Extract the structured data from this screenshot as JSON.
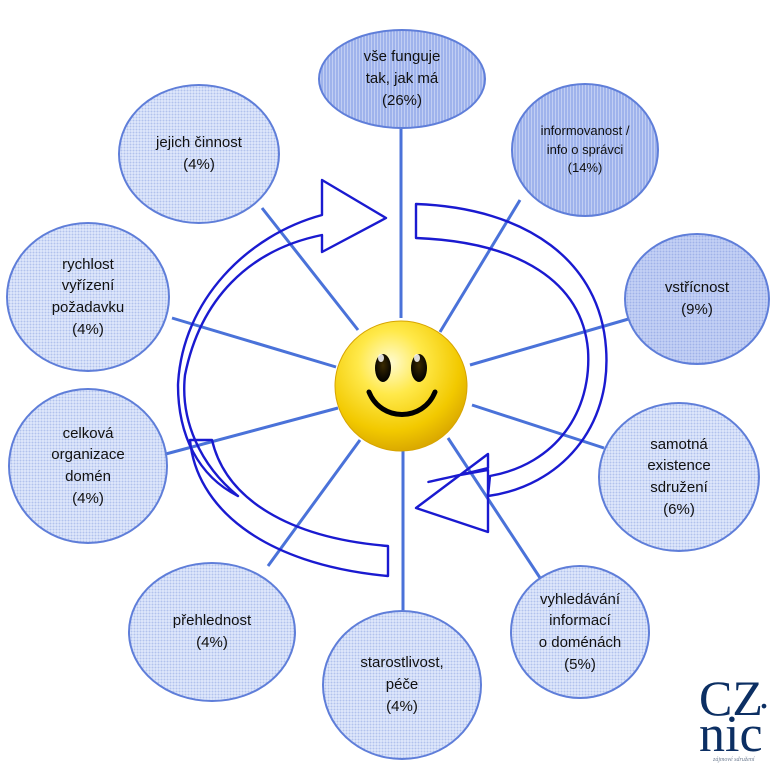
{
  "nodes": [
    {
      "id": "vse-funguje",
      "lines": [
        "vše funguje",
        "tak, jak má",
        "(26%)"
      ],
      "style": "hi"
    },
    {
      "id": "informovanost",
      "lines": [
        "informovanost /",
        "info o správci",
        "(14%)"
      ],
      "style": "hi"
    },
    {
      "id": "vstricnost",
      "lines": [
        "vstřícnost",
        "(9%)"
      ],
      "style": "mid"
    },
    {
      "id": "samotna-existence",
      "lines": [
        "samotná",
        "existence",
        "sdružení",
        "(6%)"
      ],
      "style": "low"
    },
    {
      "id": "vyhledavani",
      "lines": [
        "vyhledávání",
        "informací",
        "o doménách",
        "(5%)"
      ],
      "style": "low"
    },
    {
      "id": "starostlivost",
      "lines": [
        "starostlivost,",
        "péče",
        "(4%)"
      ],
      "style": "low"
    },
    {
      "id": "prehlednost",
      "lines": [
        "přehlednost",
        "(4%)"
      ],
      "style": "low"
    },
    {
      "id": "celkova-organizace",
      "lines": [
        "celková",
        "organizace",
        "domén",
        "(4%)"
      ],
      "style": "low"
    },
    {
      "id": "rychlost",
      "lines": [
        "rychlost",
        "vyřízení",
        "požadavku",
        "(4%)"
      ],
      "style": "low"
    },
    {
      "id": "jejich-cinnost",
      "lines": [
        "jejich činnost",
        "(4%)"
      ],
      "style": "low"
    }
  ],
  "logo": {
    "line1": "CZ",
    "line2": "nic",
    "tagline": "zájmové sdružení"
  },
  "colors": {
    "node_border": "#5f7ed9",
    "spoke": "#4a72d9",
    "arrow": "#1a1ad0",
    "smiley": "#f4d000",
    "logo": "#0c2f63"
  }
}
